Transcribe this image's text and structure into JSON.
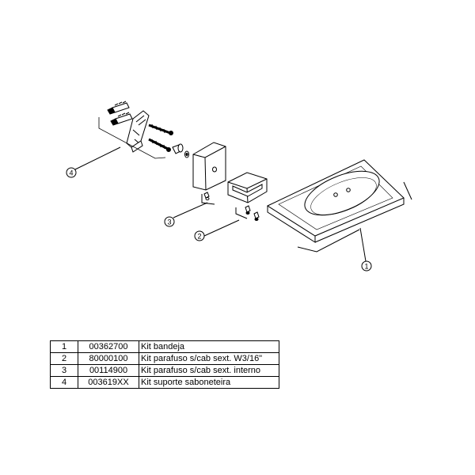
{
  "callouts": [
    "1",
    "2",
    "3",
    "4"
  ],
  "parts": [
    {
      "item": "1",
      "code": "00362700",
      "description": "Kit bandeja"
    },
    {
      "item": "2",
      "code": "80000100",
      "description": "Kit parafuso s/cab sext. W3/16\""
    },
    {
      "item": "3",
      "code": "00114900",
      "description": "Kit parafuso s/cab sext. interno"
    },
    {
      "item": "4",
      "code": "003619XX",
      "description": "Kit suporte saboneteira"
    }
  ],
  "colors": {
    "ink": "#000000",
    "background": "#ffffff"
  }
}
